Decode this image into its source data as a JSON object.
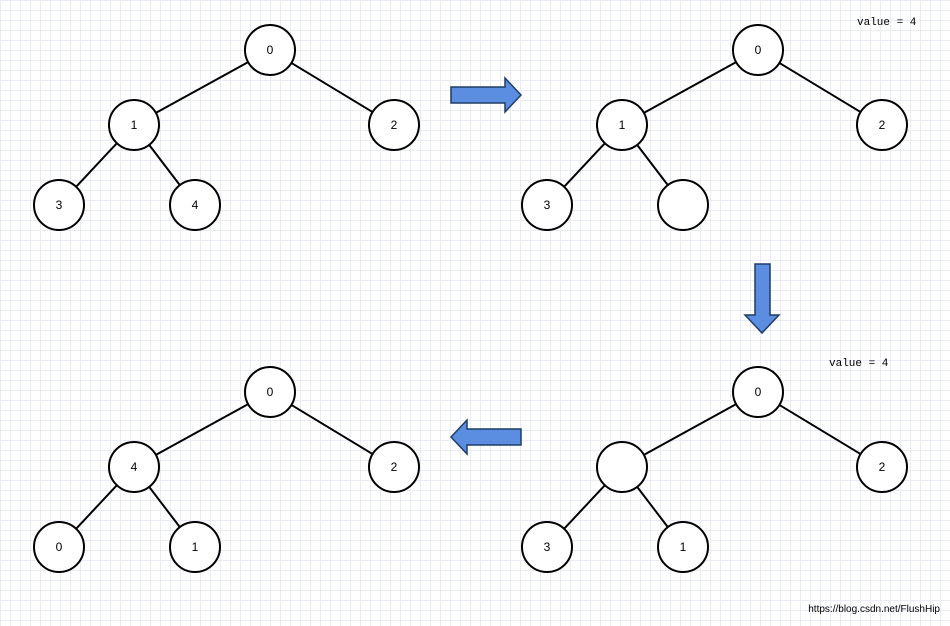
{
  "trees": [
    {
      "id": "tree-1",
      "nodes": [
        {
          "id": "a",
          "label": "0"
        },
        {
          "id": "b",
          "label": "1"
        },
        {
          "id": "c",
          "label": "2"
        },
        {
          "id": "d",
          "label": "3"
        },
        {
          "id": "e",
          "label": "4"
        }
      ]
    },
    {
      "id": "tree-2",
      "value_label": "value = 4",
      "nodes": [
        {
          "id": "a",
          "label": "0"
        },
        {
          "id": "b",
          "label": "1"
        },
        {
          "id": "c",
          "label": "2"
        },
        {
          "id": "d",
          "label": "3"
        },
        {
          "id": "e",
          "label": ""
        }
      ]
    },
    {
      "id": "tree-3",
      "value_label": "value = 4",
      "nodes": [
        {
          "id": "a",
          "label": "0"
        },
        {
          "id": "b",
          "label": ""
        },
        {
          "id": "c",
          "label": "2"
        },
        {
          "id": "d",
          "label": "3"
        },
        {
          "id": "e",
          "label": "1"
        }
      ]
    },
    {
      "id": "tree-4",
      "nodes": [
        {
          "id": "a",
          "label": "0"
        },
        {
          "id": "b",
          "label": "4"
        },
        {
          "id": "c",
          "label": "2"
        },
        {
          "id": "d",
          "label": "0"
        },
        {
          "id": "e",
          "label": "1"
        }
      ]
    }
  ],
  "edges": [
    [
      "a",
      "b"
    ],
    [
      "a",
      "c"
    ],
    [
      "b",
      "d"
    ],
    [
      "b",
      "e"
    ]
  ],
  "arrows": [
    {
      "id": "arrow-1",
      "direction": "right"
    },
    {
      "id": "arrow-2",
      "direction": "down"
    },
    {
      "id": "arrow-3",
      "direction": "left"
    }
  ],
  "colors": {
    "arrow_fill": "#5b8ee0",
    "arrow_stroke": "#1f3d66",
    "grid": "#e9ecf6"
  },
  "watermark": "https://blog.csdn.net/FlushHip"
}
